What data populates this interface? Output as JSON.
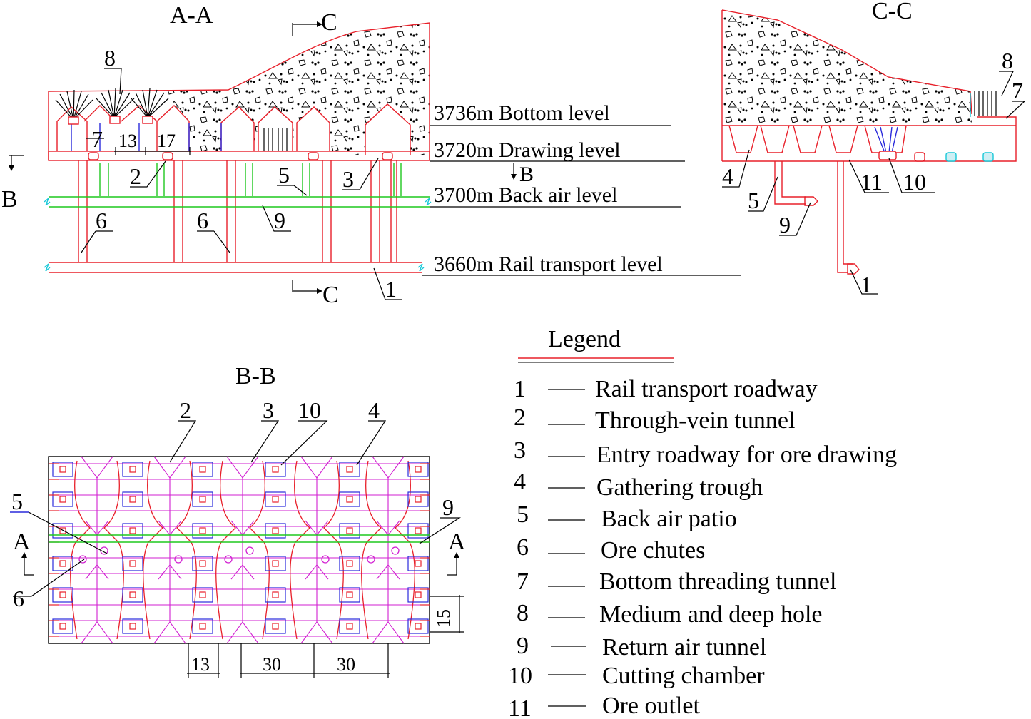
{
  "sections": {
    "aa_title": "A-A",
    "cc_title": "C-C",
    "bb_title": "B-B",
    "cut_c": "C",
    "cut_b": "B",
    "cut_a": "A"
  },
  "levels": {
    "bottom": "3736m Bottom level",
    "drawing": "3720m Drawing level",
    "back_air": "3700m Back air level",
    "rail": "3660m Rail transport level"
  },
  "dimensions": {
    "aa_d1": "13",
    "aa_d2": "17",
    "bb_d1": "13",
    "bb_d2": "30",
    "bb_d3": "30",
    "bb_d4": "15"
  },
  "aa_labels": {
    "n8": "8",
    "n7": "7",
    "n2": "2",
    "n5": "5",
    "n3": "3",
    "n6a": "6",
    "n6b": "6",
    "n9": "9",
    "n1": "1"
  },
  "cc_labels": {
    "n8": "8",
    "n7": "7",
    "n4": "4",
    "n5": "5",
    "n9": "9",
    "n11": "11",
    "n10": "10",
    "n1": "1"
  },
  "bb_labels": {
    "n2": "2",
    "n3": "3",
    "n10": "10",
    "n4": "4",
    "n5": "5",
    "n9": "9",
    "n6": "6"
  },
  "legend": {
    "title": "Legend",
    "items": [
      {
        "num": "1",
        "label": "Rail transport roadway"
      },
      {
        "num": "2",
        "label": "Through-vein tunnel"
      },
      {
        "num": "3",
        "label": "Entry roadway for ore drawing"
      },
      {
        "num": "4",
        "label": "Gathering trough"
      },
      {
        "num": "5",
        "label": "Back air patio"
      },
      {
        "num": "6",
        "label": "Ore chutes"
      },
      {
        "num": "7",
        "label": "Bottom threading tunnel"
      },
      {
        "num": "8",
        "label": "Medium and deep hole"
      },
      {
        "num": "9",
        "label": "Return air tunnel"
      },
      {
        "num": "10",
        "label": "Cutting chamber"
      },
      {
        "num": "11",
        "label": "Ore outlet"
      }
    ]
  }
}
